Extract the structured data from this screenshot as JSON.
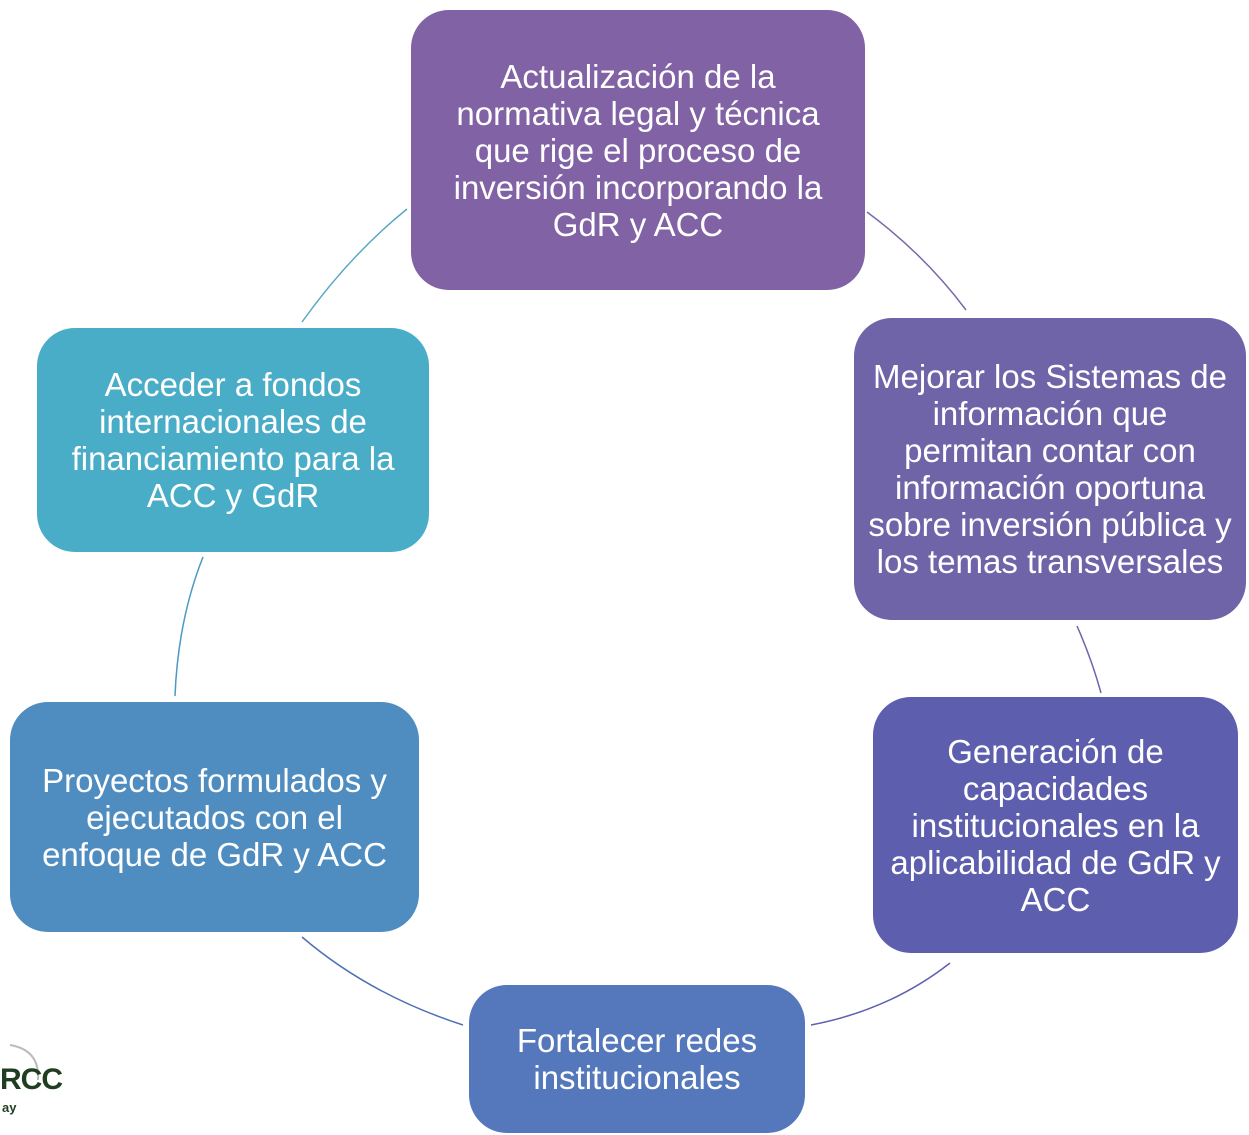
{
  "nodes": [
    {
      "text": "Actualización de la normativa legal y técnica que rige el proceso de inversión incorporando la GdR y ACC",
      "color": "#8062a5"
    },
    {
      "text": "Mejorar los Sistemas de información que permitan contar con información oportuna sobre inversión pública y los temas transversales",
      "color": "#7064a9"
    },
    {
      "text": "Generación de capacidades institucionales en la aplicabilidad de GdR y ACC",
      "color": "#5e5eaf"
    },
    {
      "text": "Fortalecer redes institucionales",
      "color": "#5577bb"
    },
    {
      "text": "Proyectos formulados y ejecutados con el enfoque de GdR y ACC",
      "color": "#4f8dc0"
    },
    {
      "text": "Acceder a fondos internacionales de financiamiento para la ACC y GdR",
      "color": "#4aadc8"
    }
  ],
  "logo": {
    "text": "RCC",
    "subtext": "ay"
  }
}
